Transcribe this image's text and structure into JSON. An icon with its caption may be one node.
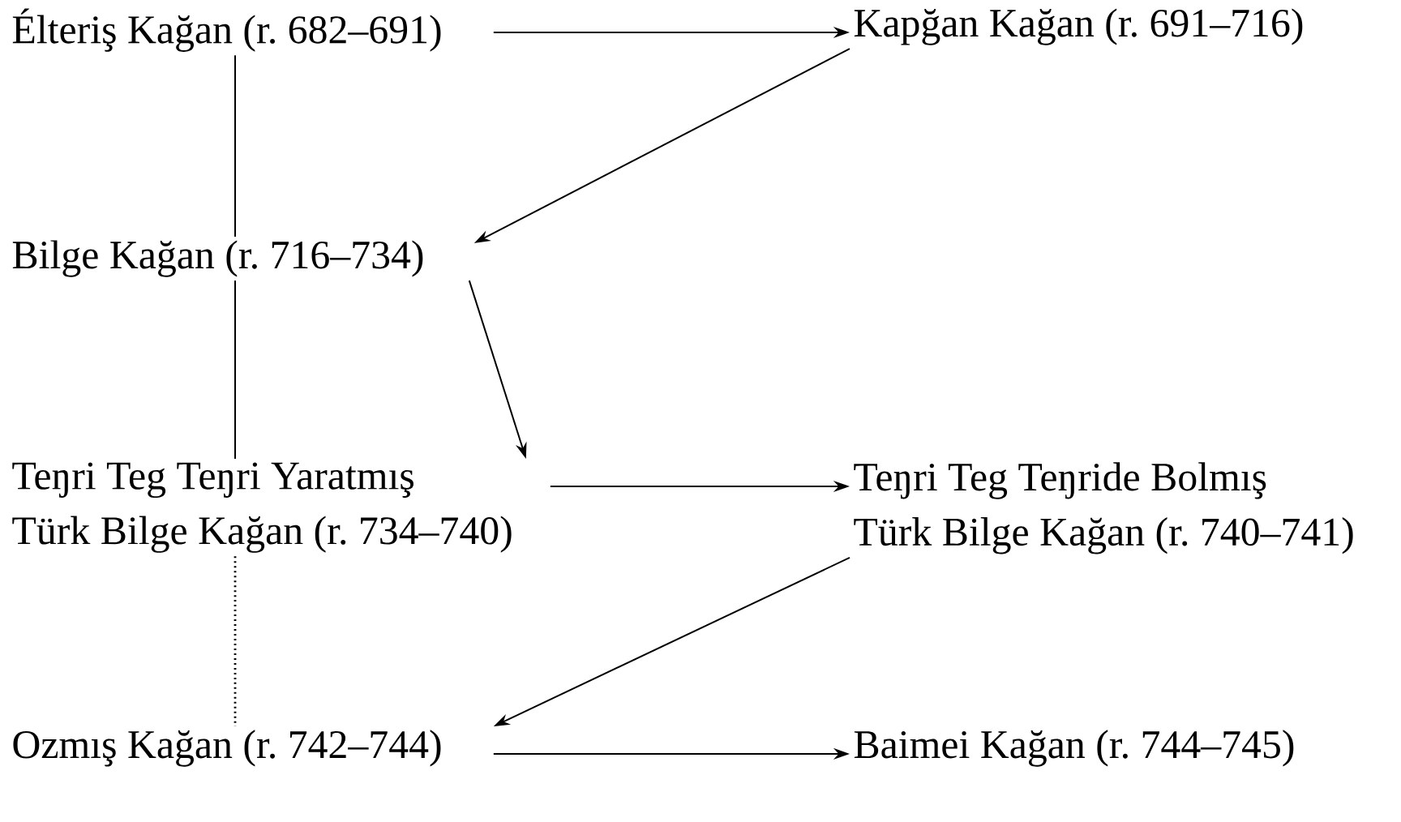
{
  "diagram": {
    "nodes": [
      {
        "text": [
          "Élteriş Kağan (r. 682–691)"
        ]
      },
      {
        "text": [
          "Kapğan Kağan (r. 691–716)"
        ]
      },
      {
        "text": [
          "Bilge Kağan (r. 716–734)"
        ]
      },
      {
        "text": [
          "Teŋri Teg Teŋri Yaratmış Türk Bilge Kağan (r. 734–740)"
        ]
      },
      {
        "text": [
          "Teŋri Teg Teŋride Bolmış Türk Bilge Kağan (r. 740–741)"
        ]
      },
      {
        "text": [
          "Ozmış Kağan (r. 742–744)"
        ]
      },
      {
        "text": [
          "Baimei Kağan (r. 744–745)"
        ]
      }
    ],
    "edges": [
      {
        "from": 0,
        "to": 1,
        "arrow": "to"
      },
      {
        "from": 1,
        "to": 2,
        "arrow": "to"
      },
      {
        "from": 0,
        "to": 2,
        "arrow": "none"
      },
      {
        "from": 2,
        "to": 3,
        "arrow": "to"
      },
      {
        "from": 2,
        "to": 3,
        "arrow": "none"
      },
      {
        "from": 3,
        "to": 4,
        "arrow": "to"
      },
      {
        "from": 4,
        "to": 5,
        "arrow": "to"
      },
      {
        "from": 3,
        "to": 5,
        "arrow": "none",
        "style": "dashed"
      },
      {
        "from": 5,
        "to": 6,
        "arrow": "to"
      }
    ]
  }
}
